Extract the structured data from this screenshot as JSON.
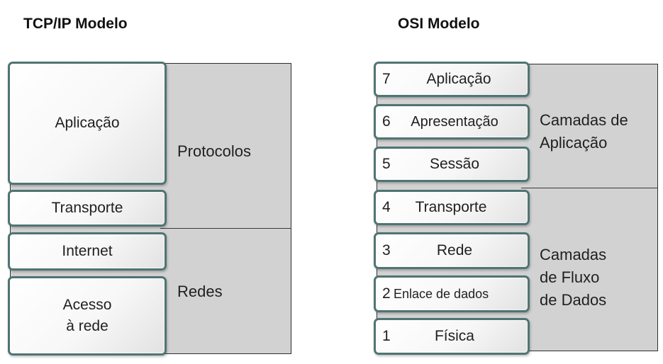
{
  "tcp": {
    "title": "TCP/IP Modelo",
    "layers": [
      "Aplicação",
      "Transporte",
      "Internet",
      "Acesso",
      "à rede"
    ],
    "groups": [
      "Protocolos",
      "Redes"
    ]
  },
  "osi": {
    "title": "OSI Modelo",
    "layers": [
      {
        "num": "7",
        "name": "Aplicação"
      },
      {
        "num": "6",
        "name": "Apresentação"
      },
      {
        "num": "5",
        "name": "Sessão"
      },
      {
        "num": "4",
        "name": "Transporte"
      },
      {
        "num": "3",
        "name": "Rede"
      },
      {
        "num": "2",
        "name": "Enlace de dados"
      },
      {
        "num": "1",
        "name": "Física"
      }
    ],
    "groups": [
      {
        "line1": "Camadas de",
        "line2": "Aplicação"
      },
      {
        "line1": "Camadas",
        "line2": "de Fluxo",
        "line3": "de Dados"
      }
    ]
  },
  "colors": {
    "box_border": "#4f7473",
    "region_fill": "#d2d2d2",
    "region_border": "#2e2e2e"
  }
}
